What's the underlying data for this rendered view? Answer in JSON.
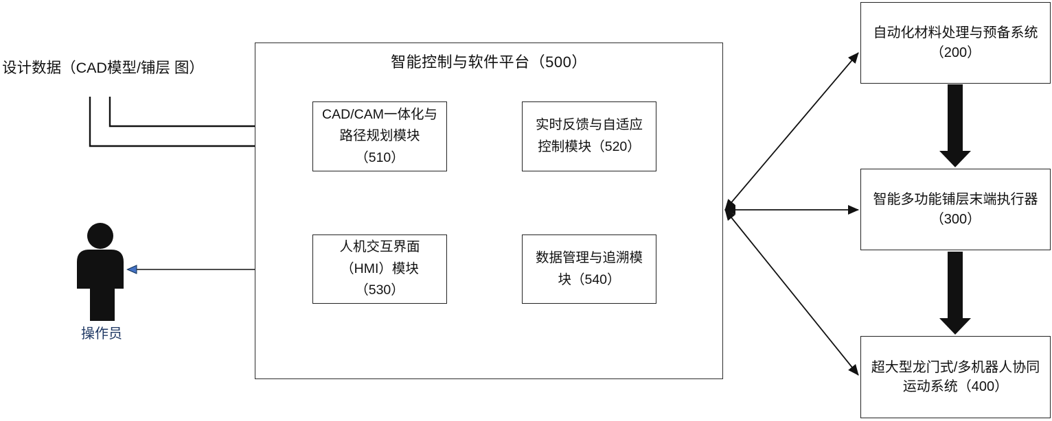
{
  "colors": {
    "line": "#111111",
    "box_border": "#222222",
    "accent_blue": "#4472C4",
    "operator_label_color": "#1F3864",
    "background": "#ffffff"
  },
  "design_data": {
    "lines": [
      "设计数据（CAD模型/铺层",
      "图）"
    ]
  },
  "operator": {
    "label": "操作员"
  },
  "platform": {
    "title": "智能控制与软件平台（500）",
    "modules": [
      {
        "id": "510",
        "lines": [
          "CAD/CAM一体化与",
          "路径规划模块",
          "（510）"
        ]
      },
      {
        "id": "520",
        "lines": [
          "实时反馈与自适应",
          "控制模块（520）"
        ]
      },
      {
        "id": "530",
        "lines": [
          "人机交互界面",
          "（HMI）模块",
          "（530）"
        ]
      },
      {
        "id": "540",
        "lines": [
          "数据管理与追溯模",
          "块（540）"
        ]
      }
    ]
  },
  "systems": [
    {
      "id": "200",
      "lines": [
        "自动化材料处理与预备系统",
        "（200）"
      ]
    },
    {
      "id": "300",
      "lines": [
        "智能多功能铺层末端执行器",
        "（300）"
      ]
    },
    {
      "id": "400",
      "lines": [
        "超大型龙门式/多机器人协同",
        "运动系统（400）"
      ]
    }
  ]
}
